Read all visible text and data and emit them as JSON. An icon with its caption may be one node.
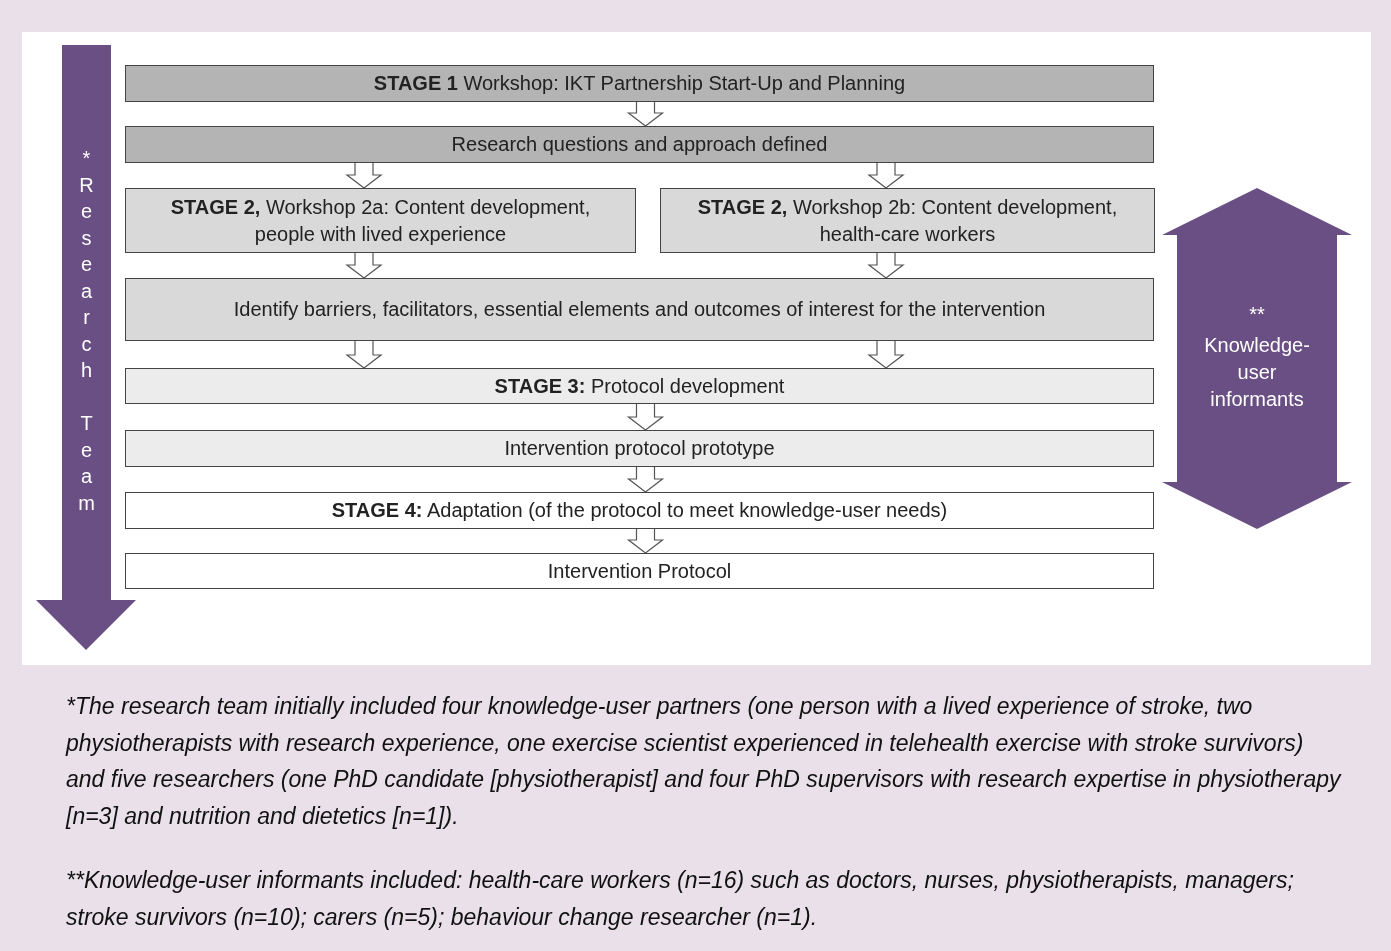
{
  "diagram": {
    "nodes": [
      {
        "text": [
          "**STAGE 1** Workshop: IKT Partnership Start-Up and Planning"
        ]
      },
      {
        "text": [
          "Research questions and approach defined"
        ]
      },
      {
        "text": [
          "**STAGE 2,** Workshop 2a: Content development, people with lived experience"
        ]
      },
      {
        "text": [
          "**STAGE 2,** Workshop 2b: Content development, health-care workers"
        ]
      },
      {
        "text": [
          "Identify barriers, facilitators, essential elements and outcomes of interest for the intervention"
        ]
      },
      {
        "text": [
          "**STAGE 3:** Protocol development"
        ]
      },
      {
        "text": [
          "Intervention protocol prototype"
        ]
      },
      {
        "text": [
          "**STAGE 4:** Adaptation (of the protocol to meet knowledge-user needs)"
        ]
      },
      {
        "text": [
          "Intervention Protocol"
        ]
      },
      {
        "text": [
          "*",
          "Research Team"
        ]
      },
      {
        "text": [
          "**",
          "Knowledge-user informants"
        ]
      }
    ],
    "edges": [
      {
        "from": 0,
        "to": 1,
        "arrow": "to"
      },
      {
        "from": 1,
        "to": 2,
        "arrow": "to"
      },
      {
        "from": 1,
        "to": 3,
        "arrow": "to"
      },
      {
        "from": 2,
        "to": 4,
        "arrow": "to"
      },
      {
        "from": 3,
        "to": 4,
        "arrow": "to"
      },
      {
        "from": 4,
        "to": 5,
        "arrow": "to"
      },
      {
        "from": 4,
        "to": 5,
        "arrow": "to"
      },
      {
        "from": 5,
        "to": 6,
        "arrow": "to"
      },
      {
        "from": 6,
        "to": 7,
        "arrow": "to"
      },
      {
        "from": 7,
        "to": 8,
        "arrow": "to"
      }
    ],
    "labels": [
      "*The research team initially included four knowledge-user partners (one person with a lived experience of stroke, two physiotherapists with research experience, one exercise scientist experienced in telehealth exercise with stroke survivors) and five researchers (one PhD candidate [physiotherapist] and four PhD supervisors with research expertise in physiotherapy [n=3] and nutrition and dietetics [n=1]).",
      "**Knowledge-user informants included: health-care workers (n=16) such as doctors, nurses, physiotherapists, managers; stroke survivors (n=10); carers (n=5); behaviour change researcher (n=1)."
    ]
  }
}
